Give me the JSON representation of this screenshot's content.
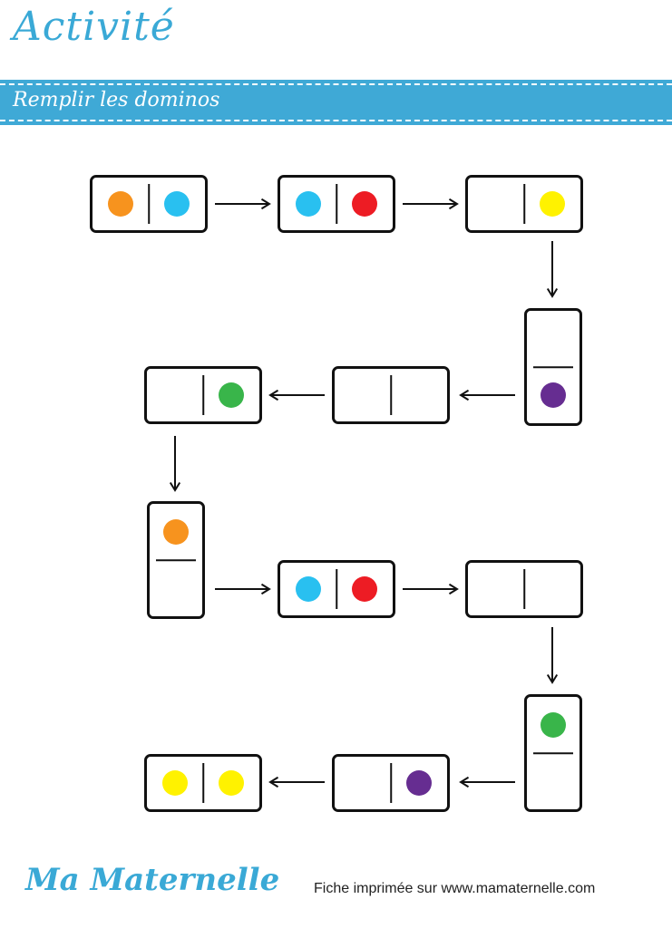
{
  "header": {
    "title": "Activité"
  },
  "banner": {
    "subtitle": "Remplir les dominos"
  },
  "colors": {
    "orange": "#f7931e",
    "blue": "#29c0f0",
    "red": "#ed1c24",
    "yellow": "#fff200",
    "purple": "#662d91",
    "green": "#39b54a"
  },
  "dominoes": [
    {
      "dots": [
        "orange",
        "blue"
      ]
    },
    {
      "dots": [
        "blue",
        "red"
      ]
    },
    {
      "dots": [
        null,
        "yellow"
      ]
    },
    {
      "dots": [
        null,
        "purple"
      ]
    },
    {
      "dots": [
        null,
        null
      ]
    },
    {
      "dots": [
        null,
        "green"
      ]
    },
    {
      "dots": [
        "orange",
        null
      ]
    },
    {
      "dots": [
        "blue",
        "red"
      ]
    },
    {
      "dots": [
        null,
        null
      ]
    },
    {
      "dots": [
        "green",
        null
      ]
    },
    {
      "dots": [
        null,
        "purple"
      ]
    },
    {
      "dots": [
        "yellow",
        "yellow"
      ]
    }
  ],
  "footer": {
    "logo": "Ma Maternelle",
    "text": "Fiche imprimée sur www.mamaternelle.com"
  }
}
